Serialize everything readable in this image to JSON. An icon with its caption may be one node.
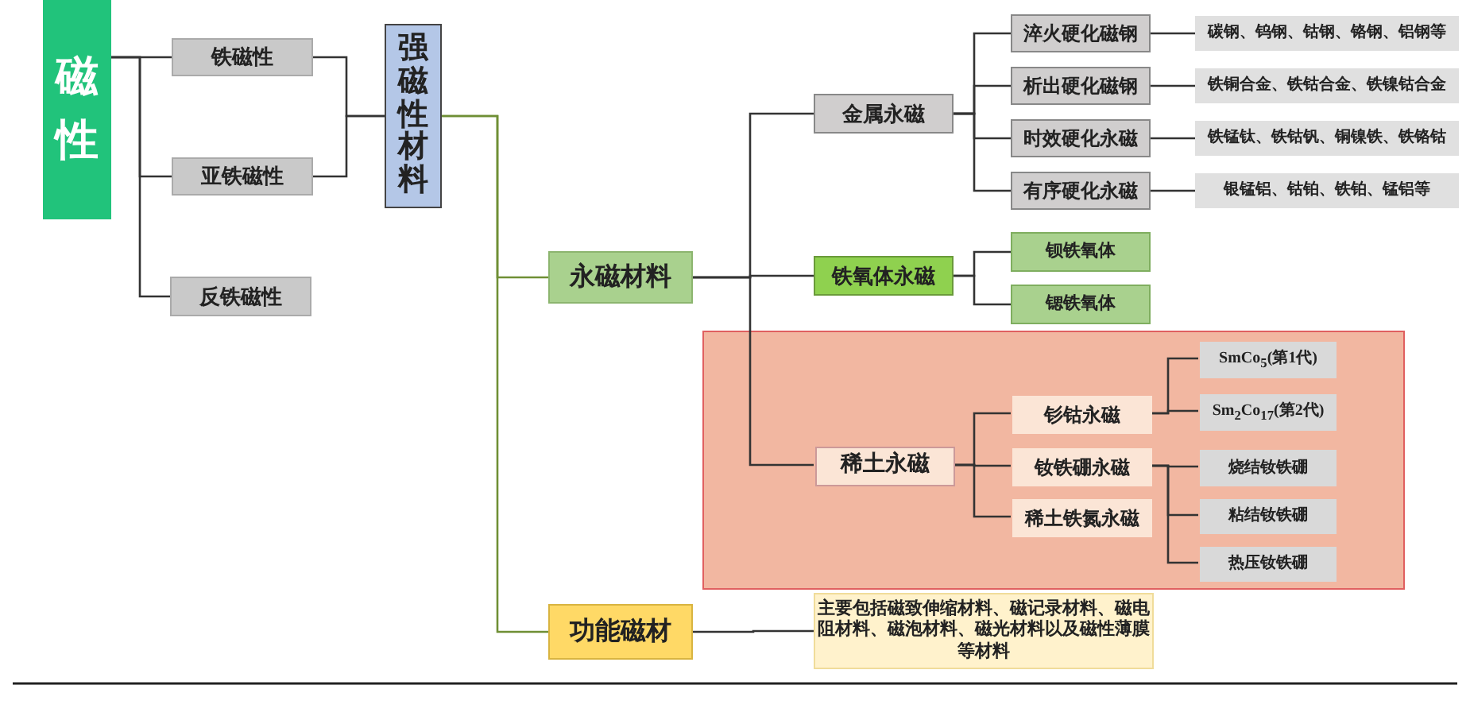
{
  "diagram": {
    "nodes": [
      {
        "text": [
          "磁性"
        ]
      },
      {
        "text": [
          "铁磁性"
        ]
      },
      {
        "text": [
          "亚铁磁性"
        ]
      },
      {
        "text": [
          "反铁磁性"
        ]
      },
      {
        "text": [
          "强磁性材料"
        ]
      },
      {
        "text": [
          "永磁材料"
        ]
      },
      {
        "text": [
          "功能磁材"
        ]
      },
      {
        "text": [
          "金属永磁"
        ]
      },
      {
        "text": [
          "淬火硬化磁钢"
        ]
      },
      {
        "text": [
          "析出硬化磁钢"
        ]
      },
      {
        "text": [
          "时效硬化永磁"
        ]
      },
      {
        "text": [
          "有序硬化永磁"
        ]
      },
      {
        "text": [
          "碳钢、钨钢、钴钢、铬钢、铝钢等"
        ]
      },
      {
        "text": [
          "铁铜合金、铁钴合金、铁镍钴合金"
        ]
      },
      {
        "text": [
          "铁锰钛、铁钴钒、铜镍铁、铁铬钴"
        ]
      },
      {
        "text": [
          "银锰铝、钴铂、铁铂、锰铝等"
        ]
      },
      {
        "text": [
          "铁氧体永磁"
        ]
      },
      {
        "text": [
          "钡铁氧体"
        ]
      },
      {
        "text": [
          "锶铁氧体"
        ]
      },
      {
        "text": [],
        "shape": "box"
      },
      {
        "text": [
          "稀土永磁"
        ],
        "in": 19
      },
      {
        "text": [
          "钐钴永磁"
        ],
        "in": 19
      },
      {
        "text": [
          "钕铁硼永磁"
        ],
        "in": 19
      },
      {
        "text": [
          "稀土铁氮永磁"
        ],
        "in": 19
      },
      {
        "text": [
          "SmCo$_{5}$(第1代)"
        ],
        "in": 19
      },
      {
        "text": [
          "Sm$_{2}$Co$_{17}$(第2代)"
        ],
        "in": 19
      },
      {
        "text": [
          "烧结钕铁硼"
        ],
        "in": 19
      },
      {
        "text": [
          "粘结钕铁硼"
        ],
        "in": 19
      },
      {
        "text": [
          "热压钕铁硼"
        ],
        "in": 19
      },
      {
        "text": [
          "主要包括磁致伸缩材料、磁记录材料、磁电阻材料、磁泡材料、磁光材料以及磁性薄膜等材料"
        ]
      }
    ],
    "edges": [
      {
        "from": 0,
        "to": 1,
        "arrow": "none"
      },
      {
        "from": 0,
        "to": 2,
        "arrow": "none"
      },
      {
        "from": 0,
        "to": 3,
        "arrow": "none"
      },
      {
        "from": 1,
        "to": 4,
        "arrow": "none"
      },
      {
        "from": 2,
        "to": 4,
        "arrow": "none"
      },
      {
        "from": 4,
        "to": 5,
        "arrow": "none",
        "color": "#6f8f35"
      },
      {
        "from": 4,
        "to": 6,
        "arrow": "none",
        "color": "#6f8f35"
      },
      {
        "from": 5,
        "to": 7,
        "arrow": "none"
      },
      {
        "from": 5,
        "to": 16,
        "arrow": "none"
      },
      {
        "from": 5,
        "to": 20,
        "arrow": "none"
      },
      {
        "from": 7,
        "to": 8,
        "arrow": "none"
      },
      {
        "from": 7,
        "to": 9,
        "arrow": "none"
      },
      {
        "from": 7,
        "to": 10,
        "arrow": "none"
      },
      {
        "from": 7,
        "to": 11,
        "arrow": "none"
      },
      {
        "from": 8,
        "to": 12,
        "arrow": "none"
      },
      {
        "from": 9,
        "to": 13,
        "arrow": "none"
      },
      {
        "from": 10,
        "to": 14,
        "arrow": "none"
      },
      {
        "from": 11,
        "to": 15,
        "arrow": "none"
      },
      {
        "from": 16,
        "to": 17,
        "arrow": "none"
      },
      {
        "from": 16,
        "to": 18,
        "arrow": "none"
      },
      {
        "from": 20,
        "to": 21,
        "arrow": "none"
      },
      {
        "from": 20,
        "to": 22,
        "arrow": "none"
      },
      {
        "from": 20,
        "to": 23,
        "arrow": "none"
      },
      {
        "from": 21,
        "to": 24,
        "arrow": "none"
      },
      {
        "from": 21,
        "to": 25,
        "arrow": "none"
      },
      {
        "from": 22,
        "to": 26,
        "arrow": "none"
      },
      {
        "from": 22,
        "to": 27,
        "arrow": "none"
      },
      {
        "from": 22,
        "to": 28,
        "arrow": "none"
      },
      {
        "from": 6,
        "to": 29,
        "arrow": "none"
      }
    ]
  }
}
